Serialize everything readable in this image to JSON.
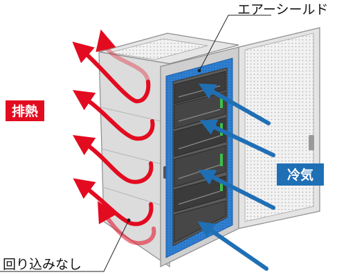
{
  "labels": {
    "air_shield": "エアーシールド",
    "exhaust": "排熱",
    "cold_air": "冷気",
    "no_recirculation": "回り込みなし"
  },
  "colors": {
    "exhaust": "#e30b20",
    "cold_air": "#1f6fb5",
    "shield": "#2f7fd1",
    "rack_body": "#d9d9d9",
    "rack_outline": "#8c8c8c",
    "server": "#3a3a3a"
  }
}
